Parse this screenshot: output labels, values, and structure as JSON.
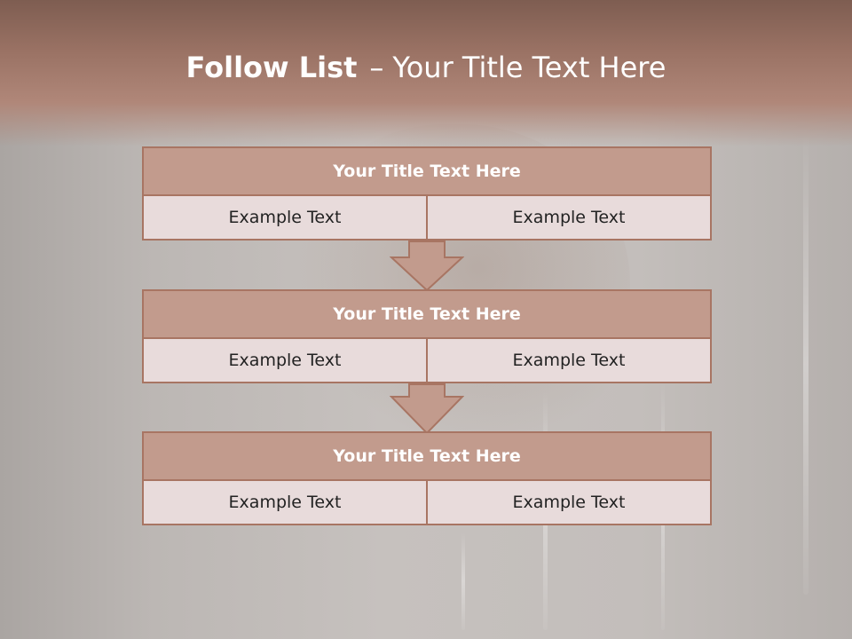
{
  "slide": {
    "title_bold": "Follow List",
    "title_separator": "–",
    "title_rest": "Your Title Text Here"
  },
  "blocks": [
    {
      "title": "Your Title Text Here",
      "left": "Example Text",
      "right": "Example Text"
    },
    {
      "title": "Your Title Text Here",
      "left": "Example Text",
      "right": "Example Text"
    },
    {
      "title": "Your Title Text Here",
      "left": "Example Text",
      "right": "Example Text"
    }
  ],
  "colors": {
    "header": "#9a7264",
    "block_title_fill": "#c29b8d",
    "block_border": "#a87563",
    "cell_fill": "#e8dbdb",
    "arrow_fill": "#c29b8d"
  }
}
